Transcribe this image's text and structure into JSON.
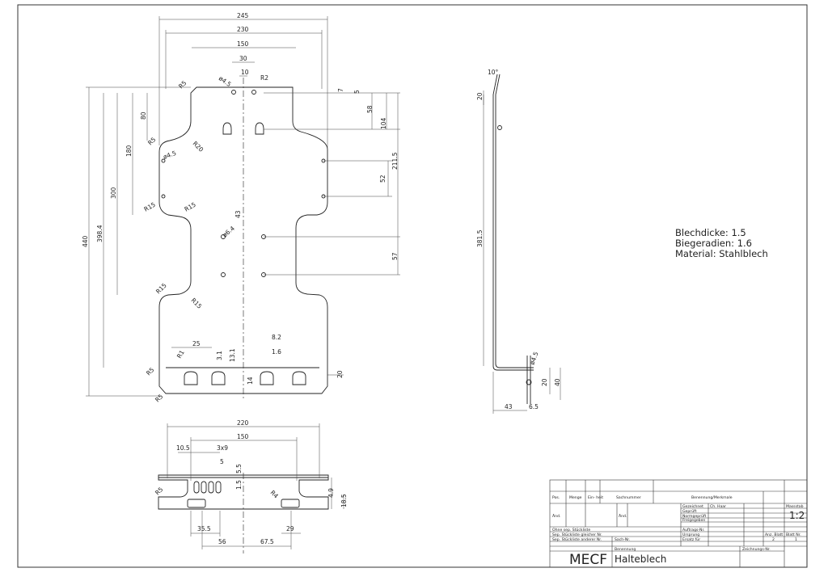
{
  "notes": {
    "thickness": "Blechdicke: 1.5",
    "bend_radius": "Biegeradien: 1.6",
    "material": "Material: Stahlblech"
  },
  "front_view": {
    "dims_top": [
      "245",
      "230",
      "150",
      "30",
      "10",
      "R2",
      "ø4.5"
    ],
    "dims_right": [
      "7",
      "5",
      "58",
      "104",
      "211.5",
      "52",
      "57"
    ],
    "dims_left": [
      "440",
      "398.4",
      "300",
      "180",
      "80"
    ],
    "radii": [
      "R5",
      "R5",
      "R20",
      "ø4.5",
      "R15",
      "R15",
      "R15",
      "R15",
      "R5",
      "R5"
    ],
    "center": [
      "43",
      "ø6.4"
    ],
    "dims_bottom": [
      "25",
      "3.1",
      "13.1",
      "8.2",
      "1.6",
      "R1",
      "14",
      "20"
    ]
  },
  "side_view": {
    "dims": [
      "10°",
      "20",
      "381.5",
      "ø4.5",
      "20",
      "40",
      "43",
      "6.5"
    ]
  },
  "bottom_view": {
    "dims": [
      "220",
      "150",
      "10.5",
      "3x9",
      "5",
      "5.5",
      "1.5",
      "R5",
      "R4",
      "4.9",
      "18.5",
      "35.5",
      "29",
      "56",
      "67.5"
    ]
  },
  "title_block": {
    "col_pos": "Pos.",
    "col_menge": "Menge",
    "col_einheit": "Ein-\nheit",
    "col_sachnummer": "Sachnummer",
    "col_benennung": "Benennung/Merkmale",
    "gezeichnet": "Gezeichnet",
    "gezeichnet_by": "Ch. Haar",
    "geprueft": "Geprüft",
    "normgeprueft": "Normgeprüft",
    "freigegeben": "Freigegeben",
    "auftrags_nr": "Auftrags-Nr.",
    "ursprung": "Ursprung",
    "ersatz_fuer": "Ersatz für",
    "aend1": "Änd.",
    "aend2": "Änd.",
    "ohne_stueckliste": "Ohne sep. Stückliste",
    "sep_gleich": "Sep. Stückliste gleicher Nr.",
    "sep_anderer": "Sep. Stückliste anderer Nr.",
    "sach_nr": "Sach-Nr.",
    "benennung_label": "Benennung",
    "zeichnungs_nr": "Zeichnungs-Nr.",
    "massstab_label": "Massstab",
    "massstab": "1:2",
    "anz_blatt_label": "Anz. Blatt",
    "anz_blatt": "2",
    "blatt_nr_label": "Blatt Nr.",
    "blatt_nr": "1",
    "company": "MECF",
    "title": "Halteblech"
  }
}
